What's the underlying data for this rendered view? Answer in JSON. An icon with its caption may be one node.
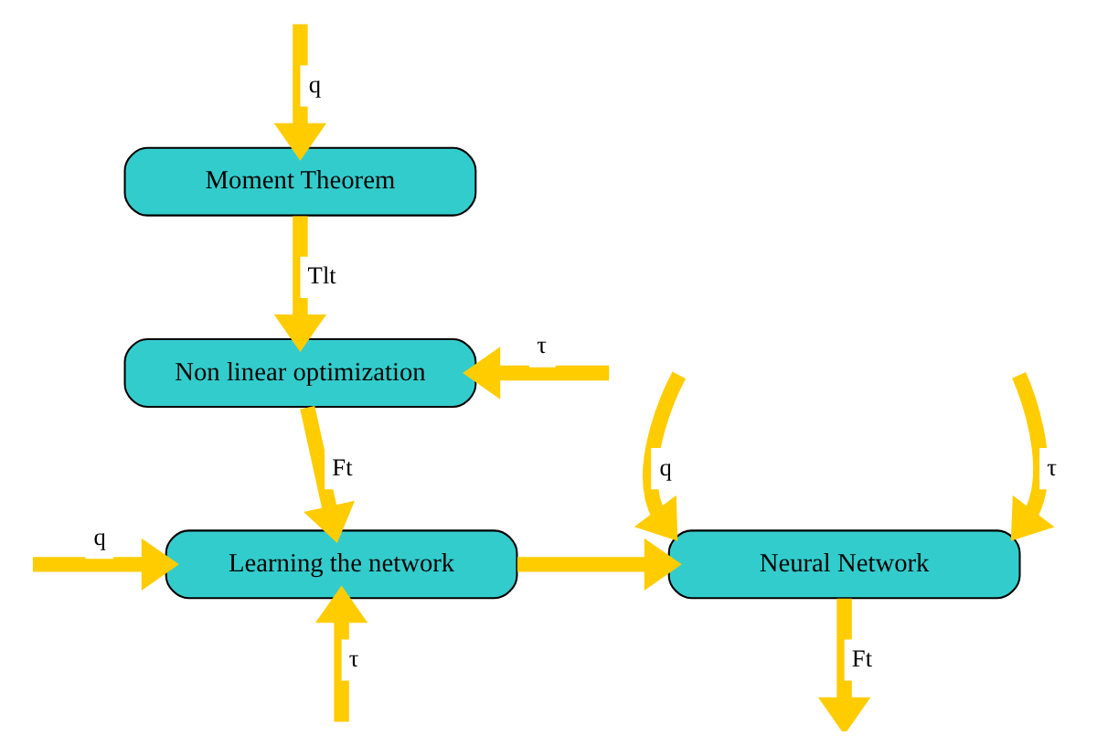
{
  "diagram": {
    "nodes": [
      {
        "text": [
          "Moment Theorem"
        ]
      },
      {
        "text": [
          "Non linear optimization"
        ]
      },
      {
        "text": [
          "Learning the network"
        ]
      },
      {
        "text": [
          "Neural Network"
        ]
      }
    ],
    "edges": [
      {
        "from": null,
        "to": 0,
        "arrow": "to",
        "label": "q"
      },
      {
        "from": 0,
        "to": 1,
        "arrow": "to",
        "label": "Tlt"
      },
      {
        "from": null,
        "to": 1,
        "arrow": "to",
        "label": "τ"
      },
      {
        "from": 1,
        "to": 2,
        "arrow": "to",
        "label": "Ft"
      },
      {
        "from": null,
        "to": 2,
        "arrow": "to",
        "label": "q"
      },
      {
        "from": null,
        "to": 2,
        "arrow": "to",
        "label": "τ"
      },
      {
        "from": 2,
        "to": 3,
        "arrow": "to"
      },
      {
        "from": null,
        "to": 3,
        "arrow": "to",
        "label": "q"
      },
      {
        "from": null,
        "to": 3,
        "arrow": "to",
        "label": "τ"
      },
      {
        "from": 3,
        "to": null,
        "arrow": "to",
        "label": "Ft"
      }
    ]
  }
}
